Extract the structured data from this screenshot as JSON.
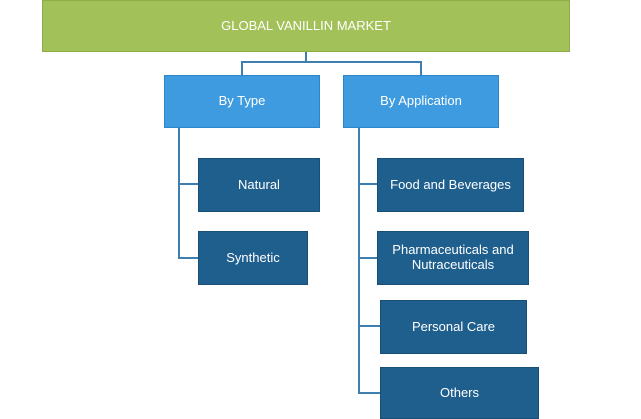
{
  "diagram": {
    "title": "GLOBAL VANILLIN MARKET",
    "categories": [
      {
        "label": "By Type",
        "items": [
          "Natural",
          "Synthetic"
        ]
      },
      {
        "label": "By Application",
        "items": [
          "Food and Beverages",
          "Pharmaceuticals and Nutraceuticals",
          "Personal Care",
          "Others"
        ]
      }
    ],
    "colors": {
      "root": "#a2c158",
      "category": "#3e9be0",
      "leaf": "#1f5f8e",
      "connector": "#3f7fb0"
    }
  }
}
